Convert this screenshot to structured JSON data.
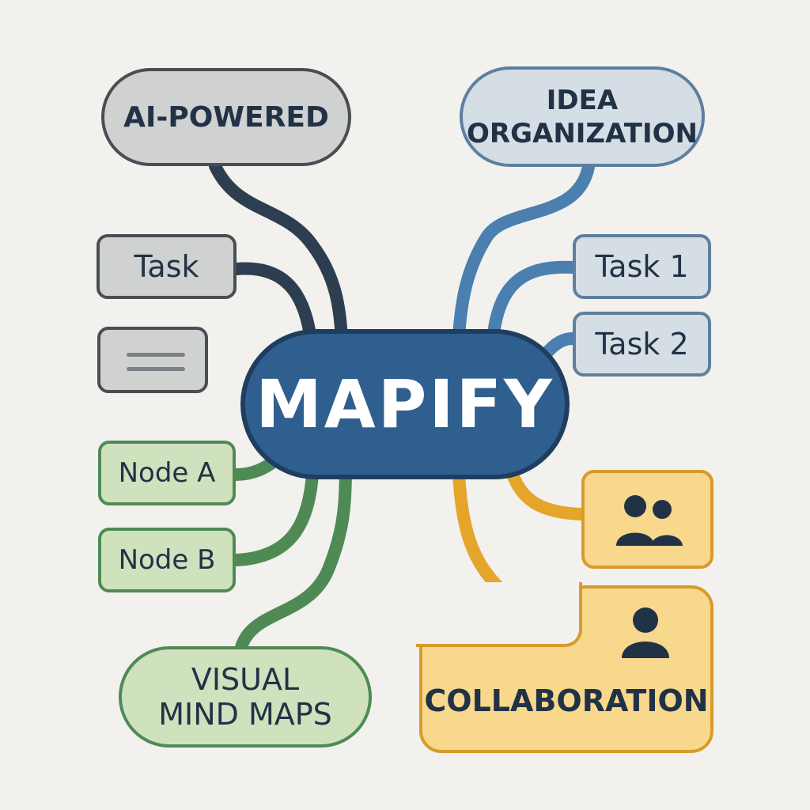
{
  "center": {
    "label": "MAPIFY"
  },
  "branches": {
    "ai_powered": {
      "label": "AI-POWERED"
    },
    "idea_organization": {
      "line1": "IDEA",
      "line2": "ORGANIZATION"
    },
    "visual_mind_maps": {
      "line1": "VISUAL",
      "line2": "MIND MAPS"
    },
    "collaboration": {
      "label": "COLLABORATION"
    }
  },
  "leaves": {
    "task": "Task",
    "task_1": "Task 1",
    "task_2": "Task 2",
    "node_a": "Node A",
    "node_b": "Node B"
  },
  "icons": {
    "menu_box": "menu-icon",
    "group_box": "group-users-icon",
    "collaboration": "user-icon"
  },
  "colors": {
    "center": "#2f5f8f",
    "gray_branch": "#2c3e50",
    "blue_branch": "#4a7fb0",
    "green_branch": "#4f8a54",
    "yellow_branch": "#e5a52a"
  }
}
